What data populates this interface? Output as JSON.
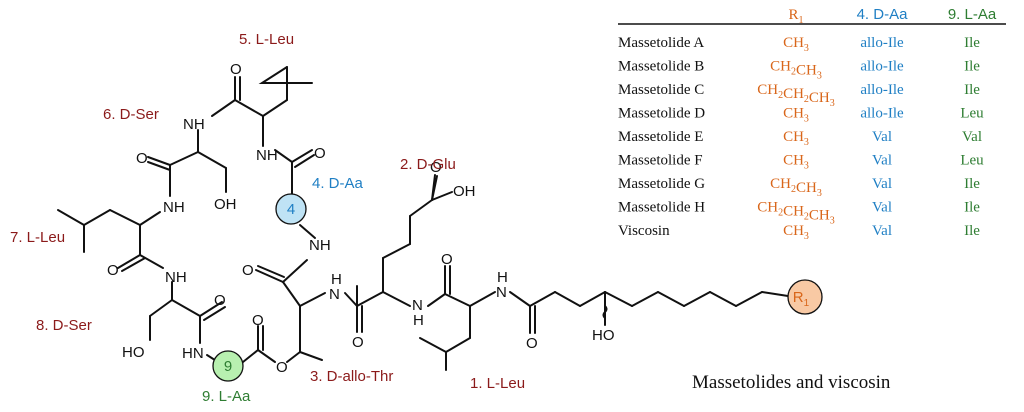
{
  "diagram": {
    "caption": "Massetolides and viscosin",
    "residues": {
      "r5": "5. L-Leu",
      "r6": "6. D-Ser",
      "r7": "7. L-Leu",
      "r8": "8. D-Ser",
      "r9": "9. L-Aa",
      "r4": "4. D-Aa",
      "r3": "3. D-allo-Thr",
      "r2": "2. D-Glu",
      "r1": "1. L-Leu"
    },
    "atoms": {
      "o": "O",
      "nh": "NH",
      "hn": "HN",
      "n": "N",
      "h": "H",
      "oh": "OH",
      "ho": "HO"
    },
    "markers": {
      "aa4": "4",
      "aa9": "9",
      "r1_main": "R",
      "r1_sub": "1"
    },
    "colors": {
      "residue": "#8b1a1a",
      "r1": "#d9661a",
      "d_aa": "#1f7fc4",
      "l_aa": "#2e7d32",
      "aa4_fill": "#bfe3f5",
      "aa9_fill": "#b8f0b0",
      "r1_fill": "#f8c9a4"
    }
  },
  "table": {
    "headers": {
      "r1_main": "R",
      "r1_sub": "1",
      "d_aa": "4. D-Aa",
      "l_aa": "9. L-Aa"
    },
    "rows": [
      {
        "name": "Massetolide A",
        "r1": {
          "base": "CH",
          "sub": "3"
        },
        "d_aa": "allo-Ile",
        "l_aa": "Ile"
      },
      {
        "name": "Massetolide B",
        "r1": {
          "base": "CH",
          "sub": "2",
          "base2": "CH",
          "sub2": "3"
        },
        "d_aa": "allo-Ile",
        "l_aa": "Ile"
      },
      {
        "name": "Massetolide C",
        "r1": {
          "base": "CH",
          "sub": "2",
          "base2": "CH",
          "sub2": "2",
          "base3": "CH",
          "sub3": "3"
        },
        "d_aa": "allo-Ile",
        "l_aa": "Ile"
      },
      {
        "name": "Massetolide D",
        "r1": {
          "base": "CH",
          "sub": "3"
        },
        "d_aa": "allo-Ile",
        "l_aa": "Leu"
      },
      {
        "name": "Massetolide E",
        "r1": {
          "base": "CH",
          "sub": "3"
        },
        "d_aa": "Val",
        "l_aa": "Val"
      },
      {
        "name": "Massetolide F",
        "r1": {
          "base": "CH",
          "sub": "3"
        },
        "d_aa": "Val",
        "l_aa": "Leu"
      },
      {
        "name": "Massetolide G",
        "r1": {
          "base": "CH",
          "sub": "2",
          "base2": "CH",
          "sub2": "3"
        },
        "d_aa": "Val",
        "l_aa": "Ile"
      },
      {
        "name": "Massetolide H",
        "r1": {
          "base": "CH",
          "sub": "2",
          "base2": "CH",
          "sub2": "2",
          "base3": "CH",
          "sub3": "3"
        },
        "d_aa": "Val",
        "l_aa": "Ile"
      },
      {
        "name": "Viscosin",
        "r1": {
          "base": "CH",
          "sub": "3"
        },
        "d_aa": "Val",
        "l_aa": "Ile"
      }
    ]
  }
}
